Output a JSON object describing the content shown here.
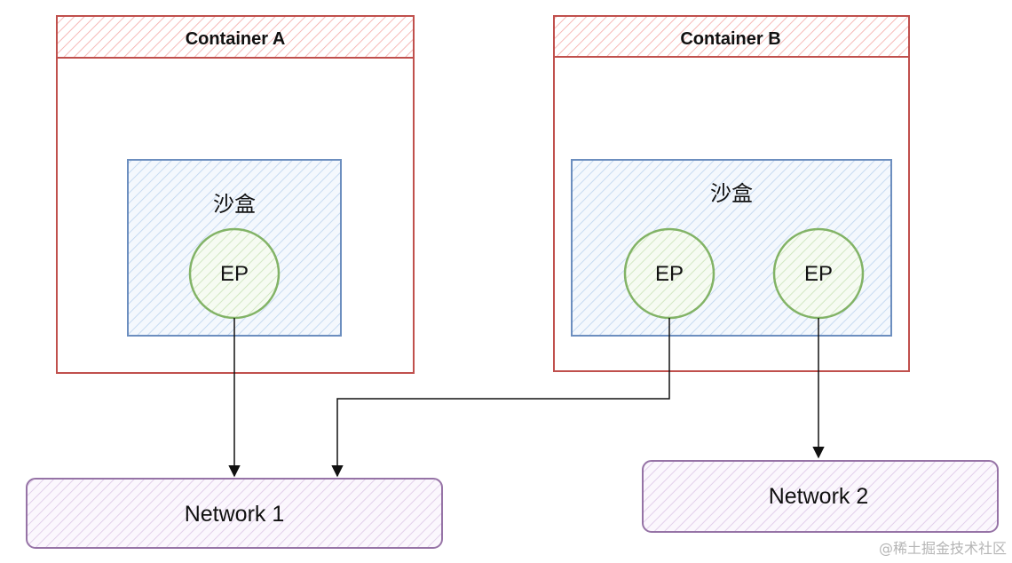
{
  "colors": {
    "container_stroke": "#c0504d",
    "container_hatch": "#f4a9a6",
    "sandbox_stroke": "#6c8ebf",
    "sandbox_hatch": "#bcd3ee",
    "ep_stroke": "#82b366",
    "ep_hatch": "#c9e3b8",
    "network_stroke": "#9673a6",
    "network_hatch": "#dcc6e6",
    "edge": "#111111"
  },
  "container_a": {
    "title": "Container A",
    "sandbox": {
      "label": "沙盒",
      "endpoints": [
        "EP"
      ]
    }
  },
  "container_b": {
    "title": "Container B",
    "sandbox": {
      "label": "沙盒",
      "endpoints": [
        "EP",
        "EP"
      ]
    }
  },
  "networks": {
    "network1": "Network 1",
    "network2": "Network 2"
  },
  "watermark": "@稀土掘金技术社区"
}
